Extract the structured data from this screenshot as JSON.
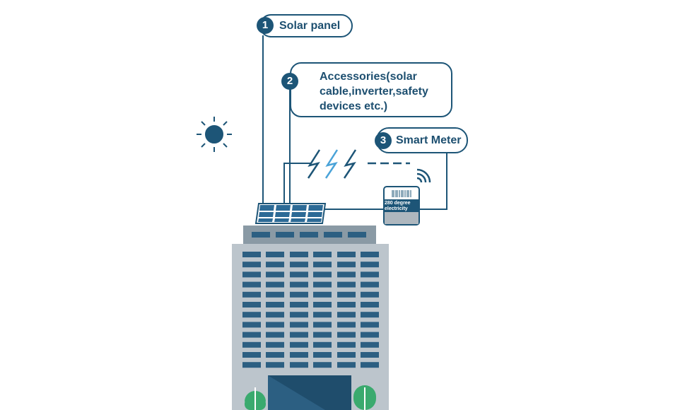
{
  "callouts": [
    {
      "number": "1",
      "label": "Solar panel"
    },
    {
      "number": "2",
      "label": "Accessories(solar cable,inverter,safety devices etc.)"
    },
    {
      "number": "3",
      "label": "Smart Meter"
    }
  ],
  "meter": {
    "reading_line1": "280 degree",
    "reading_line2": "electricity"
  },
  "icons": [
    "sun-icon",
    "lightning-icon",
    "wifi-signal-icon",
    "barcode-icon",
    "tree-icon"
  ],
  "colors": {
    "primary": "#1d5577",
    "light_blue": "#4aa3d8",
    "building": "#bcc5cc",
    "window": "#2c5f82",
    "green": "#3aaa6e"
  }
}
